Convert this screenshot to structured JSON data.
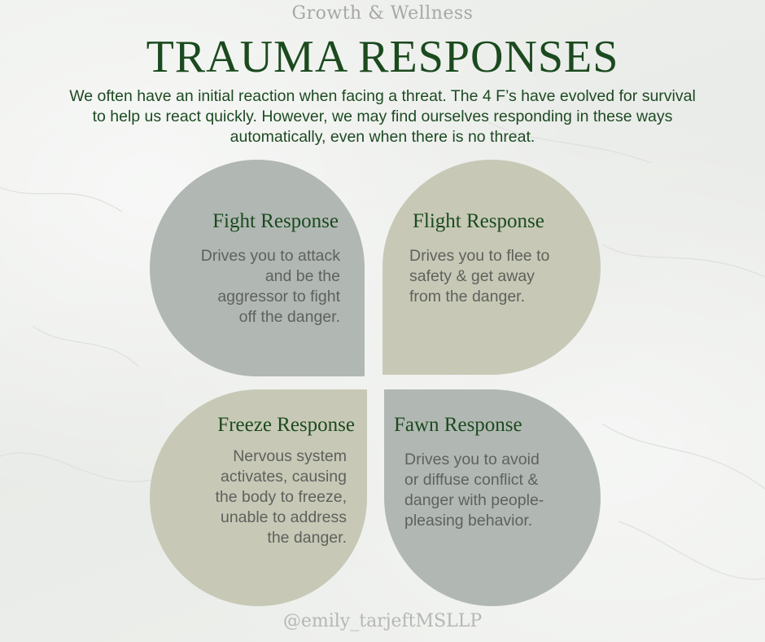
{
  "header": {
    "subtitle": "Growth & Wellness",
    "title": "TRAUMA RESPONSES",
    "intro": "We often have an initial reaction when facing a threat. The 4 F’s have evolved for survival to help us react quickly. However, we may find ourselves responding in these ways automatically, even when there is no threat."
  },
  "colors": {
    "title_green": "#1b4a1f",
    "petal_gray": "#b1b8b3",
    "petal_sage": "#c7c9b6",
    "body_text": "#5f615d",
    "background": "#eceeeb"
  },
  "responses": [
    {
      "title": "Fight Response",
      "body": "Drives you to attack\nand be the\naggressor to fight\noff the danger."
    },
    {
      "title": "Flight Response",
      "body": "Drives you to flee to\nsafety & get away\nfrom the danger."
    },
    {
      "title": "Freeze Response",
      "body": "Nervous system\nactivates, causing\nthe body to freeze,\nunable to address\nthe danger."
    },
    {
      "title": "Fawn Response",
      "body": "Drives you to avoid\nor diffuse conflict &\ndanger with people-\npleasing behavior."
    }
  ],
  "footer": {
    "handle": "@emily_tarjeftMSLLP"
  }
}
